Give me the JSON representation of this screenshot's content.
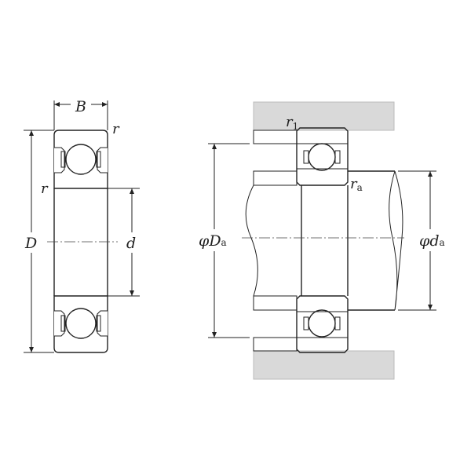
{
  "labels": {
    "width": "B",
    "corner_radius_top": "r",
    "corner_radius_side": "r",
    "outer_diameter": "D",
    "bore_diameter": "d",
    "housing_fillet": "r",
    "housing_fillet_sub": "1",
    "shaft_fillet": "r",
    "shaft_fillet_sub": "a",
    "housing_shoulder_diameter_phi": "φ",
    "housing_shoulder_diameter": "D",
    "housing_shoulder_diameter_sub": "a",
    "shaft_shoulder_diameter_phi": "φ",
    "shaft_shoulder_diameter": "d",
    "shaft_shoulder_diameter_sub": "a"
  },
  "colors": {
    "ring": "#a6a6a6",
    "housing": "#d9d9d9",
    "shoulder": "#a6a6a6",
    "line": "#222222"
  }
}
